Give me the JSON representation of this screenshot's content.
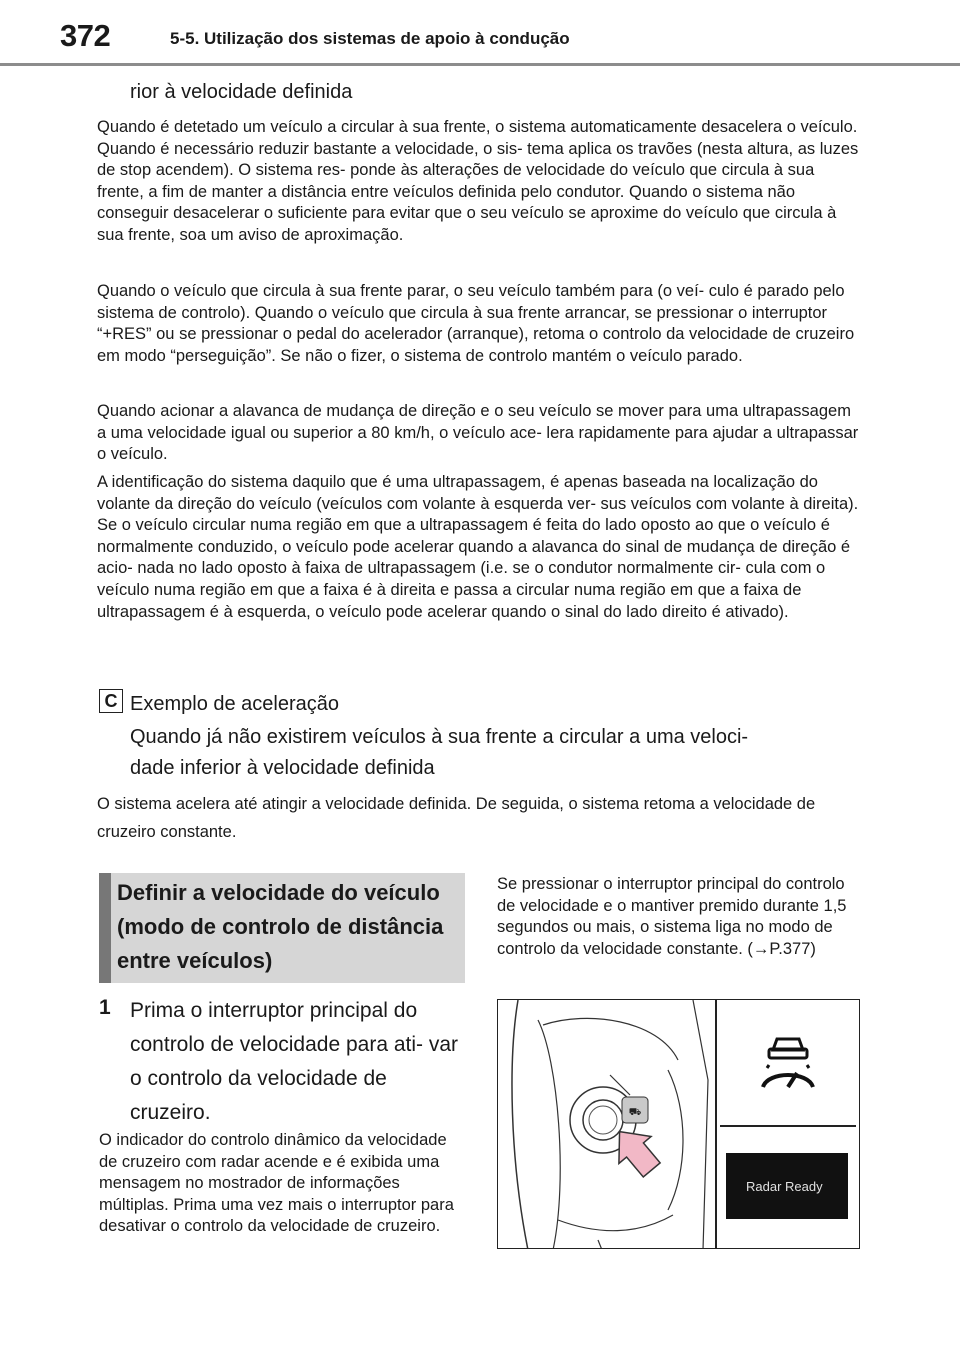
{
  "header": {
    "page_number": "372",
    "section_title": "5-5. Utilização dos sistemas de apoio à condução"
  },
  "top_subheading": "rior à velocidade definida",
  "paragraphs": {
    "p1": "Quando é detetado um veículo a circular à sua frente, o sistema automaticamente desacelera o veículo. Quando é necessário reduzir bastante a velocidade, o sis- tema aplica os travões (nesta altura, as luzes de stop acendem). O sistema res- ponde às alterações de velocidade do veículo que circula à sua frente, a fim de manter a distância entre veículos definida pelo condutor. Quando o sistema não conseguir desacelerar o suficiente para evitar que o seu veículo se aproxime do veículo que circula à sua frente, soa um aviso de aproximação.",
    "p2": "Quando o veículo que circula à sua frente parar, o seu veículo também para (o veí- culo é parado pelo sistema de controlo). Quando o veículo que circula à sua frente arrancar, se pressionar o interruptor “+RES” ou se pressionar o pedal do acelerador (arranque), retoma o controlo da velocidade de cruzeiro em modo “perseguição”. Se não o fizer, o sistema de controlo mantém o veículo parado.",
    "p3": "Quando acionar a alavanca de mudança de direção e o seu veículo se mover para uma ultrapassagem a uma velocidade igual ou superior a 80 km/h, o veículo ace- lera rapidamente para ajudar a ultrapassar o veículo.",
    "p4": "A identificação do sistema daquilo que é uma ultrapassagem, é apenas baseada na localização do volante da direção do veículo (veículos com volante à esquerda ver- sus veículos com volante à direita). Se o veículo circular numa região em que a ultrapassagem é feita do lado oposto ao que o veículo é normalmente conduzido, o veículo pode acelerar quando a alavanca do sinal de mudança de direção é acio- nada no lado oposto à faixa de ultrapassagem (i.e. se o condutor normalmente cir- cula com o veículo numa região em que a faixa é à direita e passa a circular numa região em que a faixa de ultrapassagem é à esquerda, o veículo pode acelerar quando o sinal do lado direito é ativado)."
  },
  "item_c": {
    "letter": "C",
    "line1": "Exemplo de aceleração",
    "line2": "Quando já não existirem veículos à sua frente a circular a uma veloci-",
    "line3": "dade inferior à velocidade definida",
    "body": "O sistema acelera até atingir a velocidade definida. De seguida, o sistema retoma a velocidade de cruzeiro constante."
  },
  "section": {
    "title": "Definir a velocidade do veículo (modo de controlo de distância entre veículos)"
  },
  "step1": {
    "number": "1",
    "text": "Prima o interruptor principal do controlo de velocidade para ati- var o controlo da velocidade de cruzeiro.",
    "note": "O indicador do controlo dinâmico da velocidade de cruzeiro com radar acende e é exibida uma mensagem no mostrador de informações múltiplas. Prima uma vez mais o interruptor para desativar o controlo da velocidade de cruzeiro."
  },
  "right_note": "Se pressionar o interruptor principal do controlo de velocidade e o mantiver premido durante 1,5 segundos ou mais, o sistema liga no modo de controlo da velocidade constante. (→P.377)",
  "figure": {
    "display_message": "Radar Ready",
    "indicator_icon": "radar-cruise-indicator-icon",
    "arrow_color": "#f2b8c6"
  }
}
